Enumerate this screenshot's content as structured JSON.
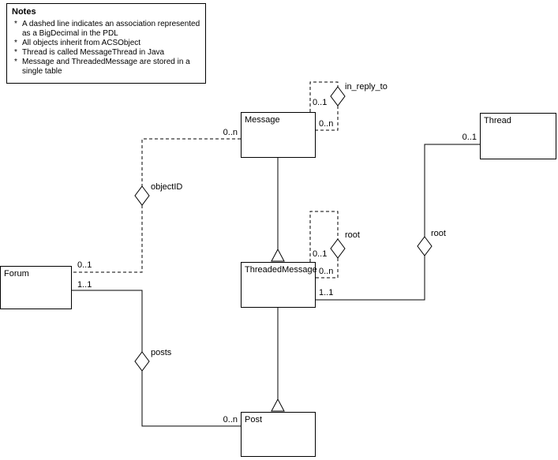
{
  "notes": {
    "title": "Notes",
    "bullet": "*",
    "items": [
      "A dashed line indicates an association represented as a BigDecimal in the PDL",
      "All objects inherit from ACSObject",
      "Thread is called MessageThread in Java",
      "Message and ThreadedMessage are stored in a single table"
    ]
  },
  "classes": {
    "message": {
      "label": "Message"
    },
    "thread": {
      "label": "Thread"
    },
    "forum": {
      "label": "Forum"
    },
    "threaded_message": {
      "label": "ThreadedMessage"
    },
    "post": {
      "label": "Post"
    }
  },
  "associations": {
    "in_reply_to": {
      "label": "in_reply_to",
      "mult_top": "0..1",
      "mult_bottom": "0..n"
    },
    "object_id": {
      "label": "objectID",
      "mult_message": "0..n",
      "mult_forum": "0..1"
    },
    "root_self": {
      "label": "root",
      "mult_top": "0..1",
      "mult_bottom": "0..n"
    },
    "root_thread": {
      "label": "root",
      "mult_thread": "0..1",
      "mult_threaded_message": "1..1"
    },
    "posts": {
      "label": "posts",
      "mult_forum": "1..1",
      "mult_post": "0..n"
    }
  },
  "colors": {
    "line": "#000000",
    "background": "#ffffff"
  }
}
